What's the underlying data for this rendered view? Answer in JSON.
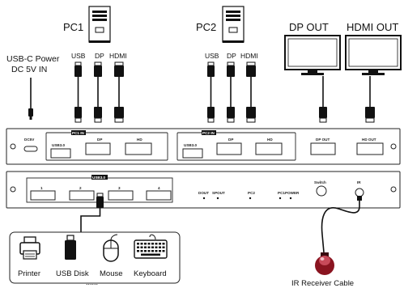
{
  "labels": {
    "pc1": "PC1",
    "pc2": "PC2",
    "dp_out": "DP OUT",
    "hdmi_out": "HDMI OUT",
    "usbc_power_line1": "USB-C Power",
    "usbc_power_line2": "DC 5V IN",
    "pc1_usb": "USB",
    "pc1_dp": "DP",
    "pc1_hdmi": "HDMI",
    "pc2_usb": "USB",
    "pc2_dp": "DP",
    "pc2_hdmi": "HDMI",
    "ir_receiver": "IR Receiver Cable"
  },
  "rear_panel": {
    "dc_label": "DC5V",
    "pc1_in": "PC1 IN",
    "pc2_in": "PC2 IN",
    "pc1_usb": "USB3.0",
    "pc1_dp": "DP",
    "pc1_hd": "HD",
    "pc2_usb": "USB3.0",
    "pc2_dp": "DP",
    "pc2_hd": "HD",
    "dp_out": "DP OUT",
    "hd_out": "HD OUT"
  },
  "front_panel": {
    "usb_group": "USB3.0",
    "port_1": "1",
    "port_2": "2",
    "port_3": "3",
    "port_4": "4",
    "led_1": "DOUT",
    "led_2": "SPOUT",
    "led_3": "PC2",
    "led_4": "PC1",
    "led_5": "POWER",
    "switch": "Switch",
    "ir": "IR"
  },
  "peripherals": {
    "printer": "Printer",
    "usb_disk": "USB Disk",
    "mouse": "Mouse",
    "keyboard": "Keyboard",
    "more": "......"
  },
  "icons": [
    "pc-tower-icon",
    "monitor-icon",
    "usb-plug-icon",
    "dp-plug-icon",
    "hdmi-plug-icon",
    "usb-c-plug-icon",
    "printer-icon",
    "usb-disk-icon",
    "mouse-icon",
    "keyboard-icon",
    "ir-receiver-icon"
  ],
  "colors": {
    "line": "#111111",
    "background": "#ffffff",
    "ir_receiver": "#8a1420"
  }
}
